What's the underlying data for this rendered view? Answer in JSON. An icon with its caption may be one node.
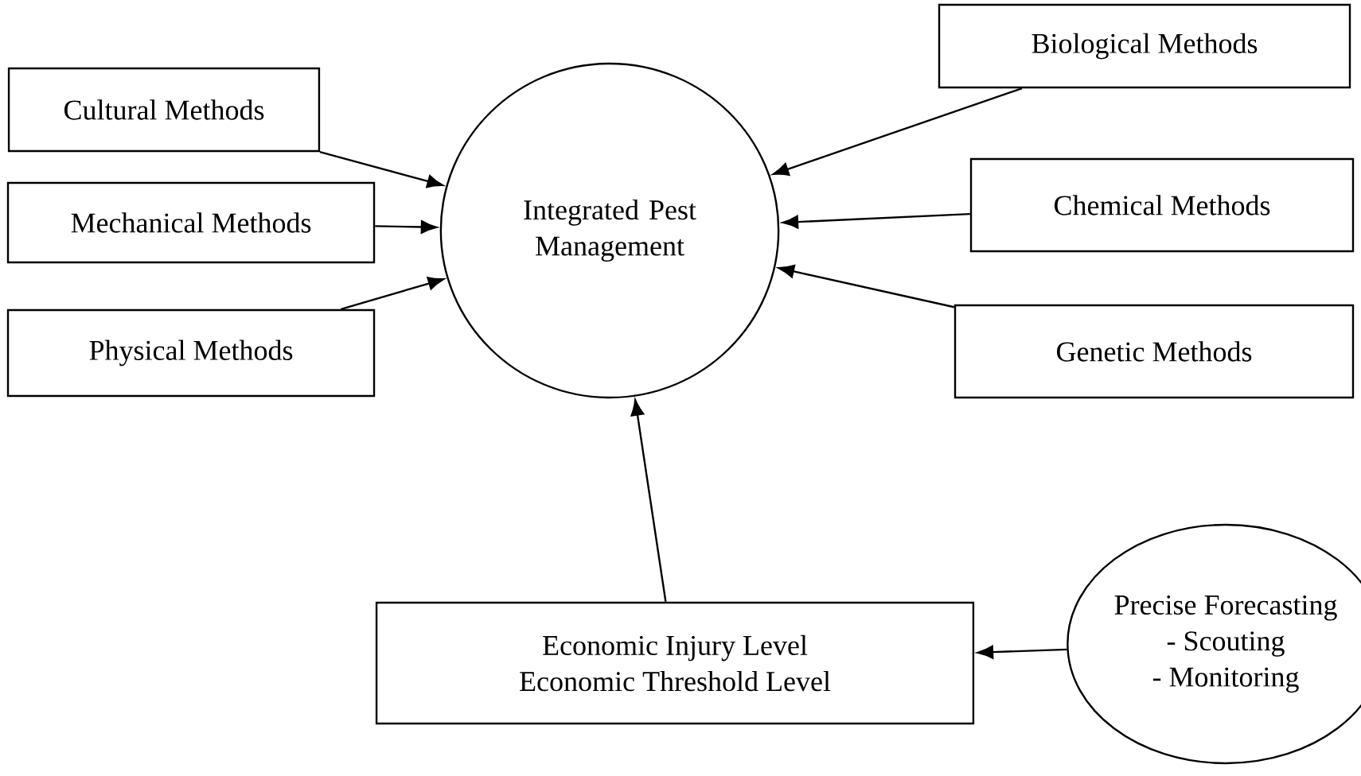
{
  "diagram": {
    "nodes": [
      {
        "text": [
          "Integrated Pest Management"
        ]
      },
      {
        "text": [
          "Cultural Methods"
        ]
      },
      {
        "text": [
          "Mechanical Methods"
        ]
      },
      {
        "text": [
          "Physical Methods"
        ]
      },
      {
        "text": [
          "Biological Methods"
        ]
      },
      {
        "text": [
          "Chemical Methods"
        ]
      },
      {
        "text": [
          "Genetic Methods"
        ]
      },
      {
        "text": [
          "Economic Injury Level",
          "Economic Threshold Level"
        ]
      },
      {
        "text": [
          "Precise Forecasting",
          "- Scouting",
          "- Monitoring"
        ]
      }
    ],
    "edges": [
      {
        "from": 1,
        "to": 0,
        "arrow": "to"
      },
      {
        "from": 2,
        "to": 0,
        "arrow": "to"
      },
      {
        "from": 3,
        "to": 0,
        "arrow": "to"
      },
      {
        "from": 4,
        "to": 0,
        "arrow": "to"
      },
      {
        "from": 5,
        "to": 0,
        "arrow": "to"
      },
      {
        "from": 6,
        "to": 0,
        "arrow": "to"
      },
      {
        "from": 7,
        "to": 0,
        "arrow": "to"
      },
      {
        "from": 8,
        "to": 7,
        "arrow": "to"
      }
    ]
  }
}
